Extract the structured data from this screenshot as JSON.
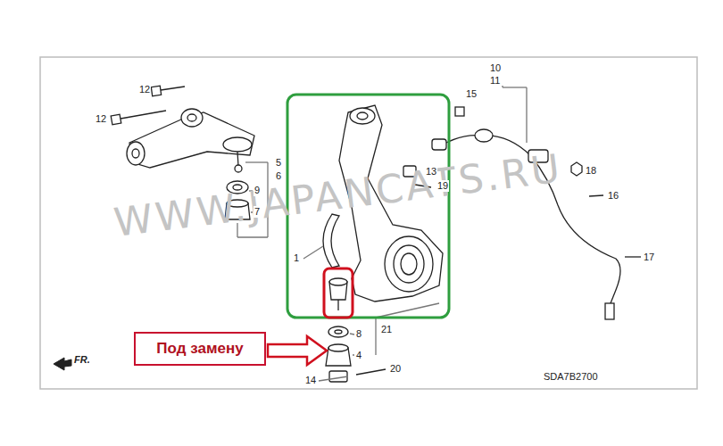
{
  "diagram": {
    "nodes": [
      {
        "text": [
          "Под замену"
        ]
      }
    ],
    "labels": [
      "WWW.JAPANCATS.RU",
      "12",
      "12",
      "5",
      "6",
      "9",
      "7",
      "1",
      "13",
      "19",
      "15",
      "10",
      "11",
      "18",
      "16",
      "17",
      "8",
      "21",
      "4",
      "14",
      "20",
      "FR.",
      "SDA7B2700"
    ]
  }
}
